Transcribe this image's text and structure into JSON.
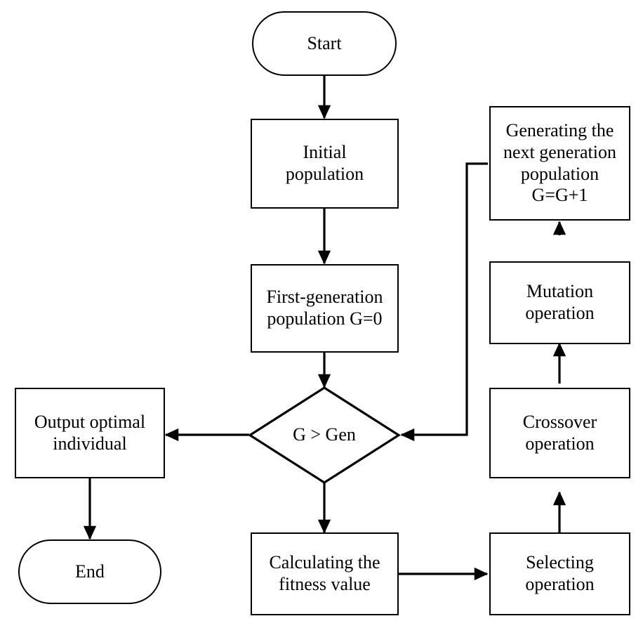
{
  "diagram": {
    "title": "Genetic Algorithm Flowchart",
    "type": "flowchart",
    "background_color": "#ffffff",
    "stroke_color": "#000000",
    "text_color": "#000000"
  },
  "nodes": {
    "start": {
      "label": "Start",
      "shape": "terminal"
    },
    "initial_population": {
      "label": "Initial\npopulation",
      "shape": "process"
    },
    "first_generation": {
      "label": "First-generation\npopulation G=0",
      "shape": "process"
    },
    "decision": {
      "label": "G > Gen",
      "shape": "decision"
    },
    "output_optimal": {
      "label": "Output optimal\nindividual",
      "shape": "process"
    },
    "end": {
      "label": "End",
      "shape": "terminal"
    },
    "calculating_fitness": {
      "label": "Calculating the\nfitness value",
      "shape": "process"
    },
    "selecting": {
      "label": "Selecting\noperation",
      "shape": "process"
    },
    "crossover": {
      "label": "Crossover\noperation",
      "shape": "process"
    },
    "mutation": {
      "label": "Mutation\noperation",
      "shape": "process"
    },
    "generating_next": {
      "label": "Generating the\nnext generation\npopulation\nG=G+1",
      "shape": "process"
    }
  },
  "edges": [
    {
      "from": "start",
      "to": "initial_population",
      "direction": "down"
    },
    {
      "from": "initial_population",
      "to": "first_generation",
      "direction": "down"
    },
    {
      "from": "first_generation",
      "to": "decision",
      "direction": "down"
    },
    {
      "from": "decision",
      "to": "output_optimal",
      "direction": "left"
    },
    {
      "from": "output_optimal",
      "to": "end",
      "direction": "down"
    },
    {
      "from": "decision",
      "to": "calculating_fitness",
      "direction": "down"
    },
    {
      "from": "calculating_fitness",
      "to": "selecting",
      "direction": "right"
    },
    {
      "from": "selecting",
      "to": "crossover",
      "direction": "up"
    },
    {
      "from": "crossover",
      "to": "mutation",
      "direction": "up"
    },
    {
      "from": "mutation",
      "to": "generating_next",
      "direction": "up"
    },
    {
      "from": "generating_next",
      "to": "decision",
      "direction": "left-then-down-then-left"
    }
  ]
}
